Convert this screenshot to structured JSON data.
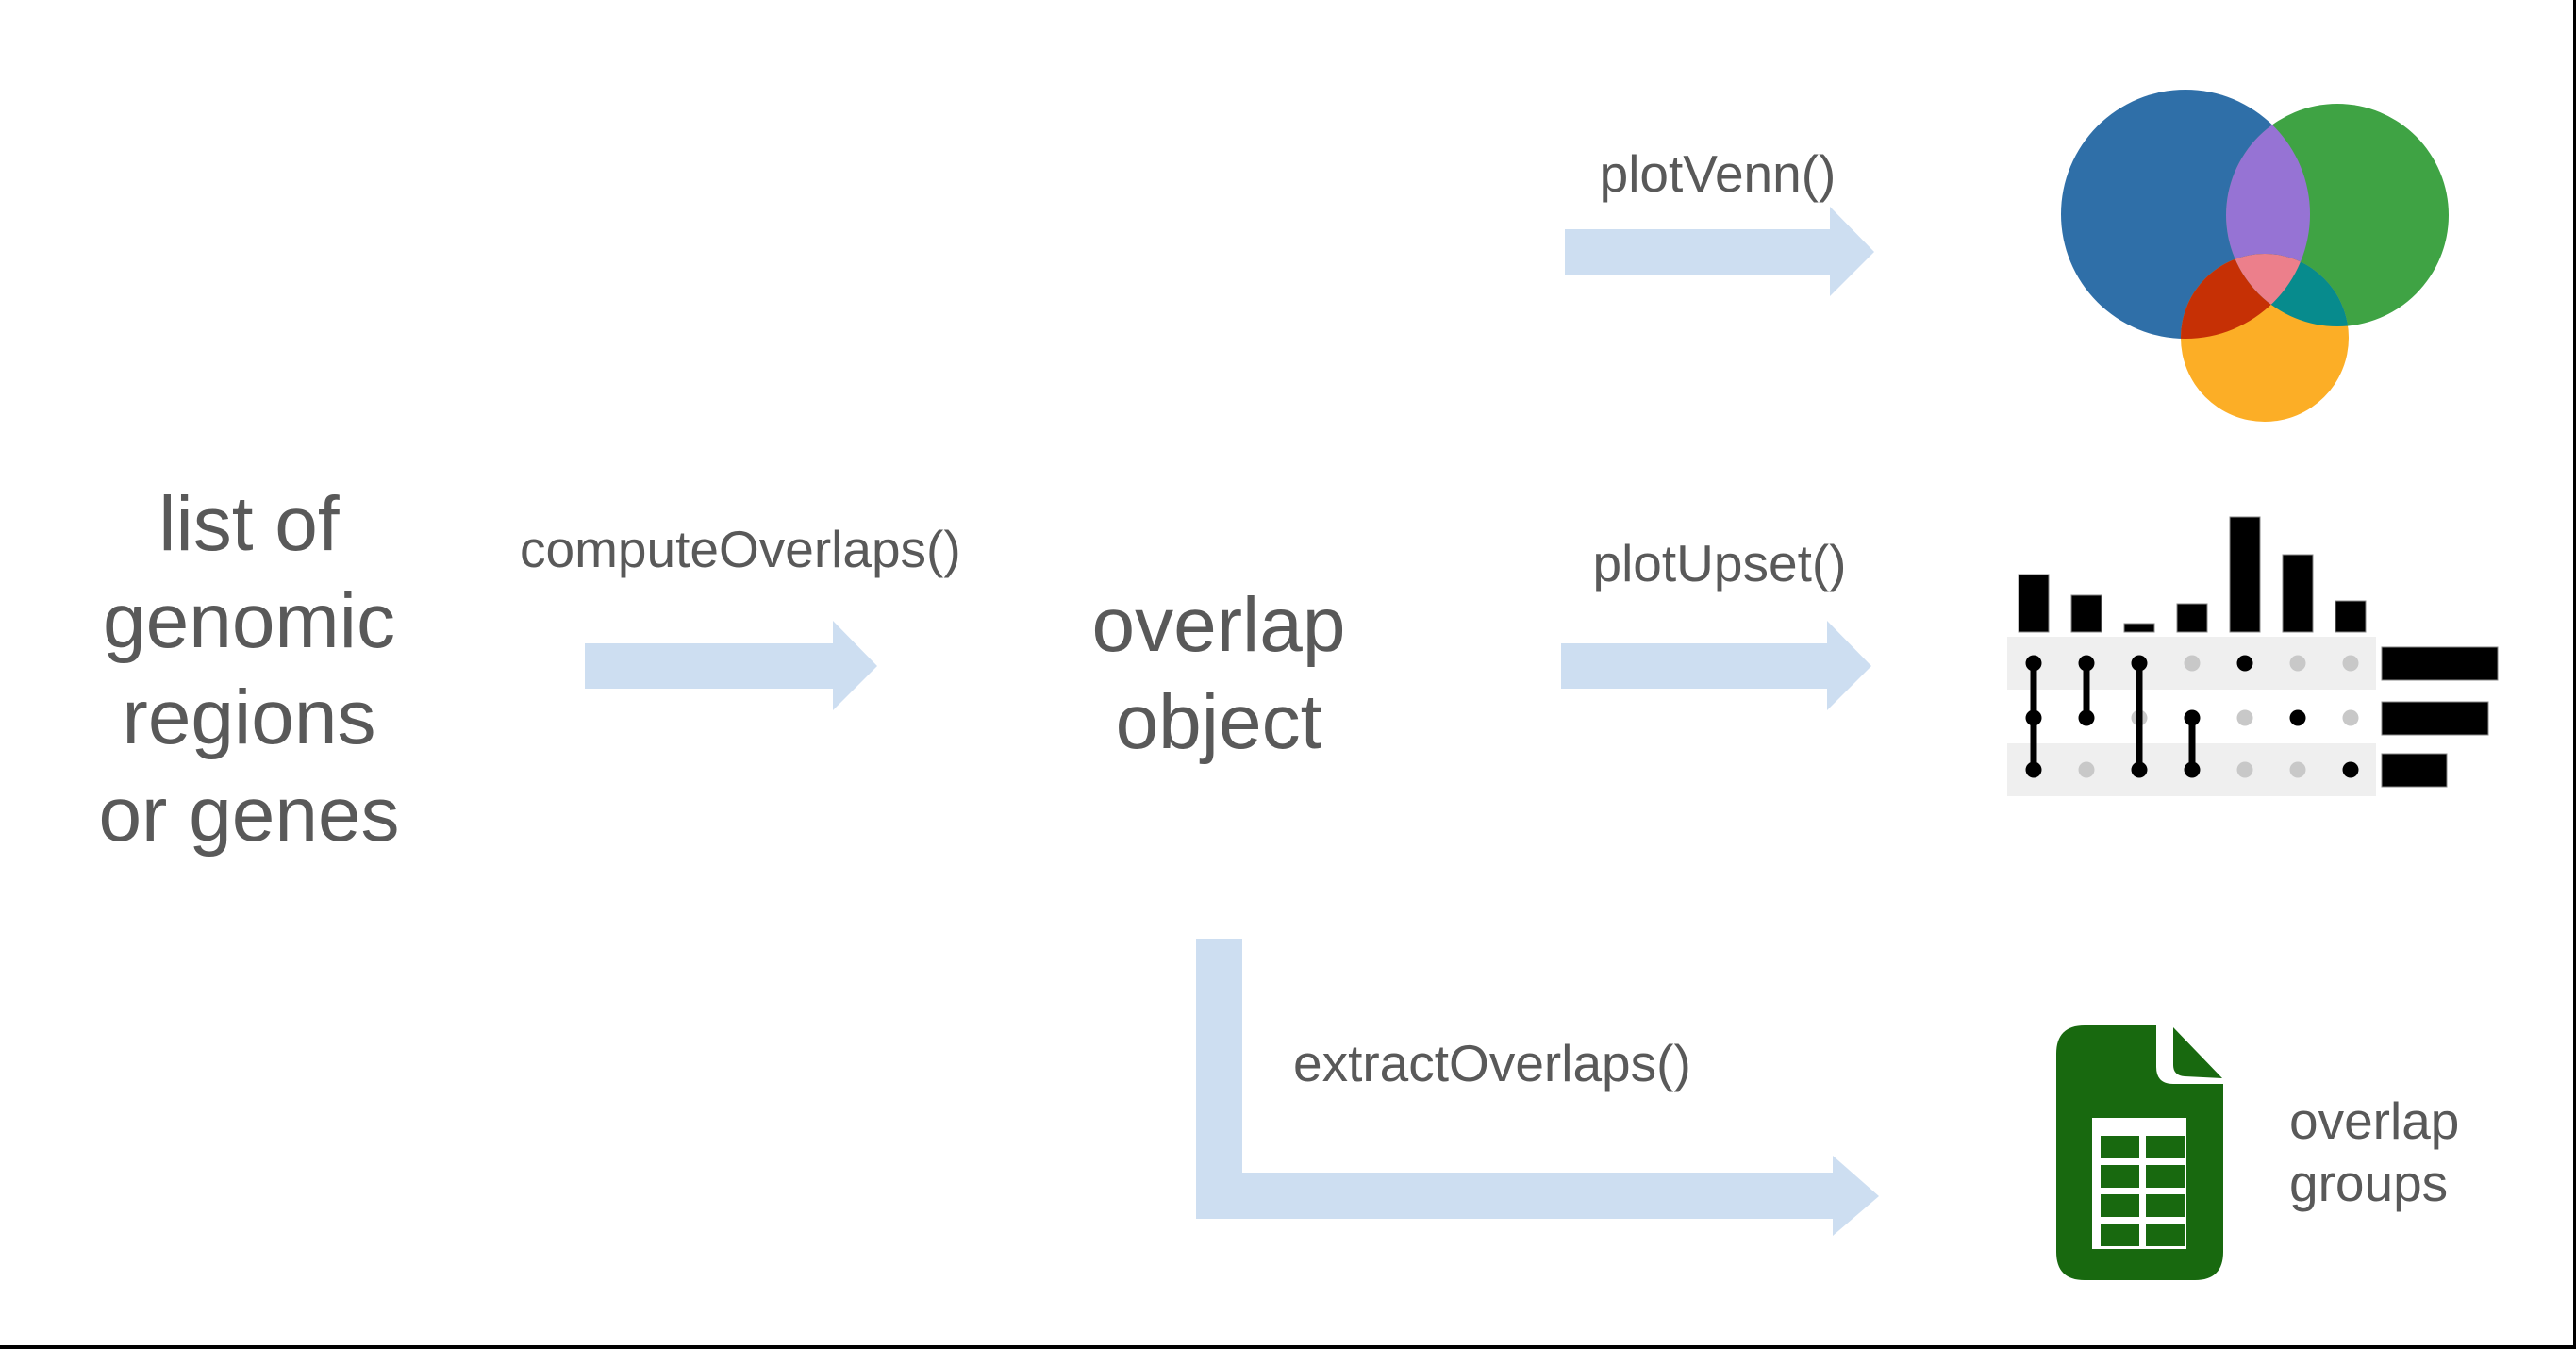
{
  "labels": {
    "input": "list of\ngenomic\nregions\nor genes",
    "overlap_object": "overlap\nobject",
    "compute": "computeOverlaps()",
    "plot_venn": "plotVenn()",
    "plot_upset": "plotUpset()",
    "extract": "extractOverlaps()",
    "overlap_groups": "overlap\ngroups"
  },
  "colors": {
    "ink": "#595959",
    "arrow": "#cddef1",
    "sheet_green": "#18690f",
    "venn": {
      "blue": "#2f6fa8",
      "green": "#3fa344",
      "orange": "#fcae26",
      "blue_green": "#9673d4",
      "blue_orange": "#c63005",
      "green_orange": "#078b8d",
      "center": "#ec7f8b"
    },
    "upset": {
      "band": "#efefef",
      "dot_off": "#c8c8c8",
      "dot_on": "#000000",
      "bar": "#000000",
      "bar_edge": "#888888"
    }
  },
  "upset": {
    "intersection_bar_heights": [
      61,
      39,
      9,
      30,
      122,
      82,
      33
    ],
    "membership_matrix": [
      [
        1,
        1,
        1,
        0,
        1,
        0,
        0
      ],
      [
        1,
        1,
        0,
        1,
        0,
        1,
        0
      ],
      [
        1,
        0,
        1,
        1,
        0,
        0,
        1
      ]
    ],
    "set_size_bar_widths": [
      123,
      113,
      69
    ]
  }
}
